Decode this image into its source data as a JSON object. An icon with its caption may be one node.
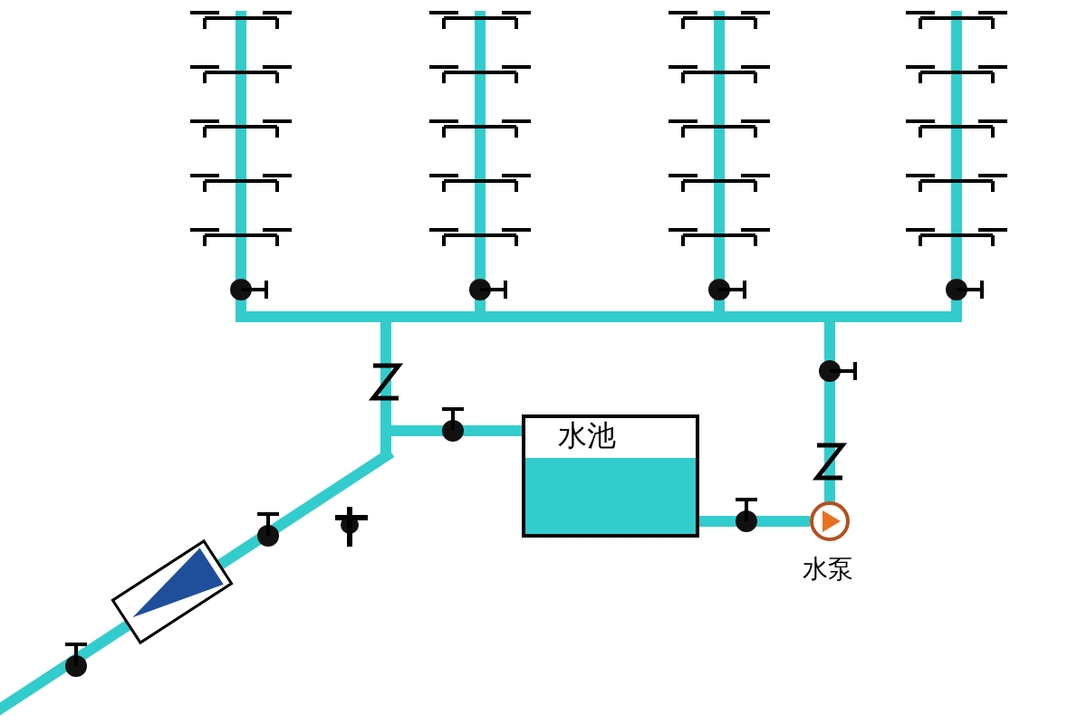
{
  "diagram": {
    "nodes": [
      {
        "text": [
          "水池"
        ]
      },
      {
        "text": [],
        "shape": "circle",
        "beside": [
          "水泵"
        ]
      }
    ],
    "edges": [
      {
        "from": 0,
        "to": 1,
        "arrow": "none"
      }
    ]
  }
}
